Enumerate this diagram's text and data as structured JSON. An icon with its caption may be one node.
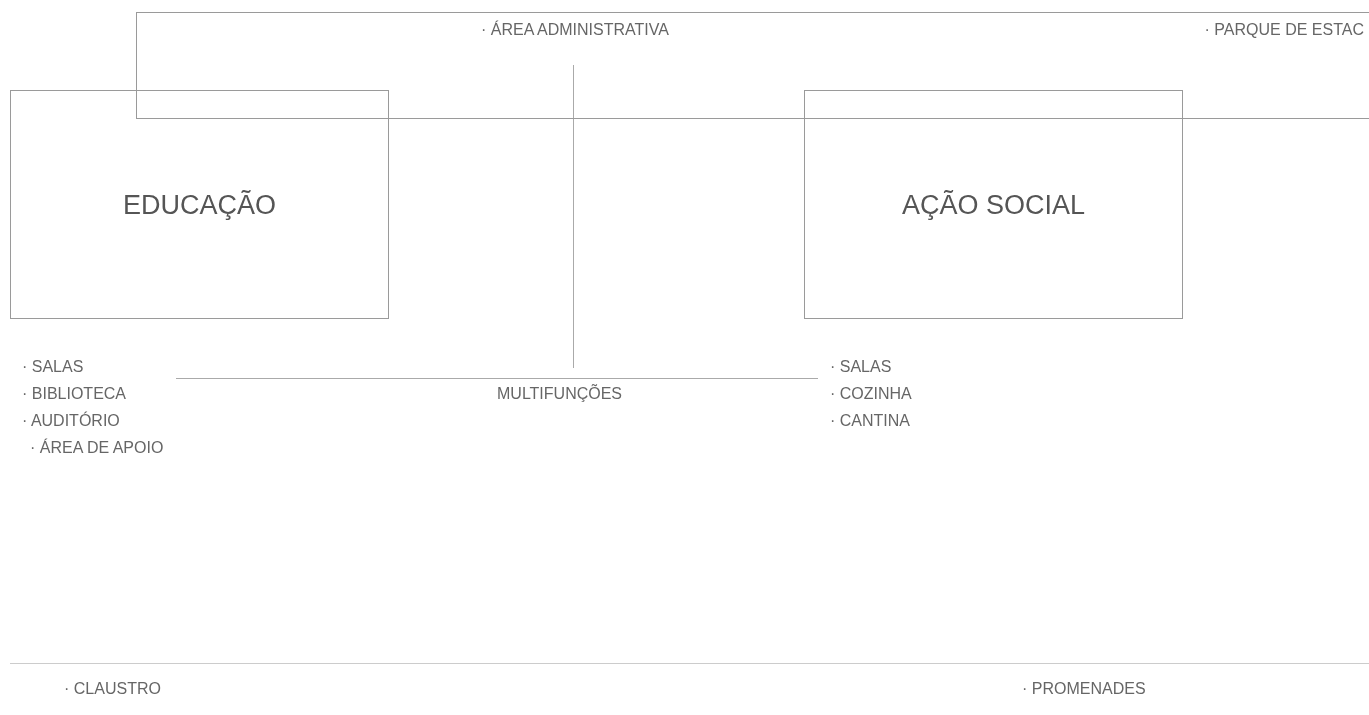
{
  "diagram": {
    "nodes": [
      {
        "text": [
          "· ÁREA ADMINISTRATIVA",
          "· PARQUE DE ESTAC"
        ]
      },
      {
        "text": [
          "EDUCAÇÃO"
        ]
      },
      {
        "text": [
          "AÇÃO SOCIAL"
        ]
      }
    ],
    "labels": [
      "· SALAS",
      "· BIBLIOTECA",
      "· AUDITÓRIO",
      "· ÁREA DE APOIO",
      "MULTIFUNÇÕES",
      "· SALAS",
      "· COZINHA",
      "· CANTINA",
      "· CLAUSTRO",
      "· PROMENADES"
    ]
  }
}
